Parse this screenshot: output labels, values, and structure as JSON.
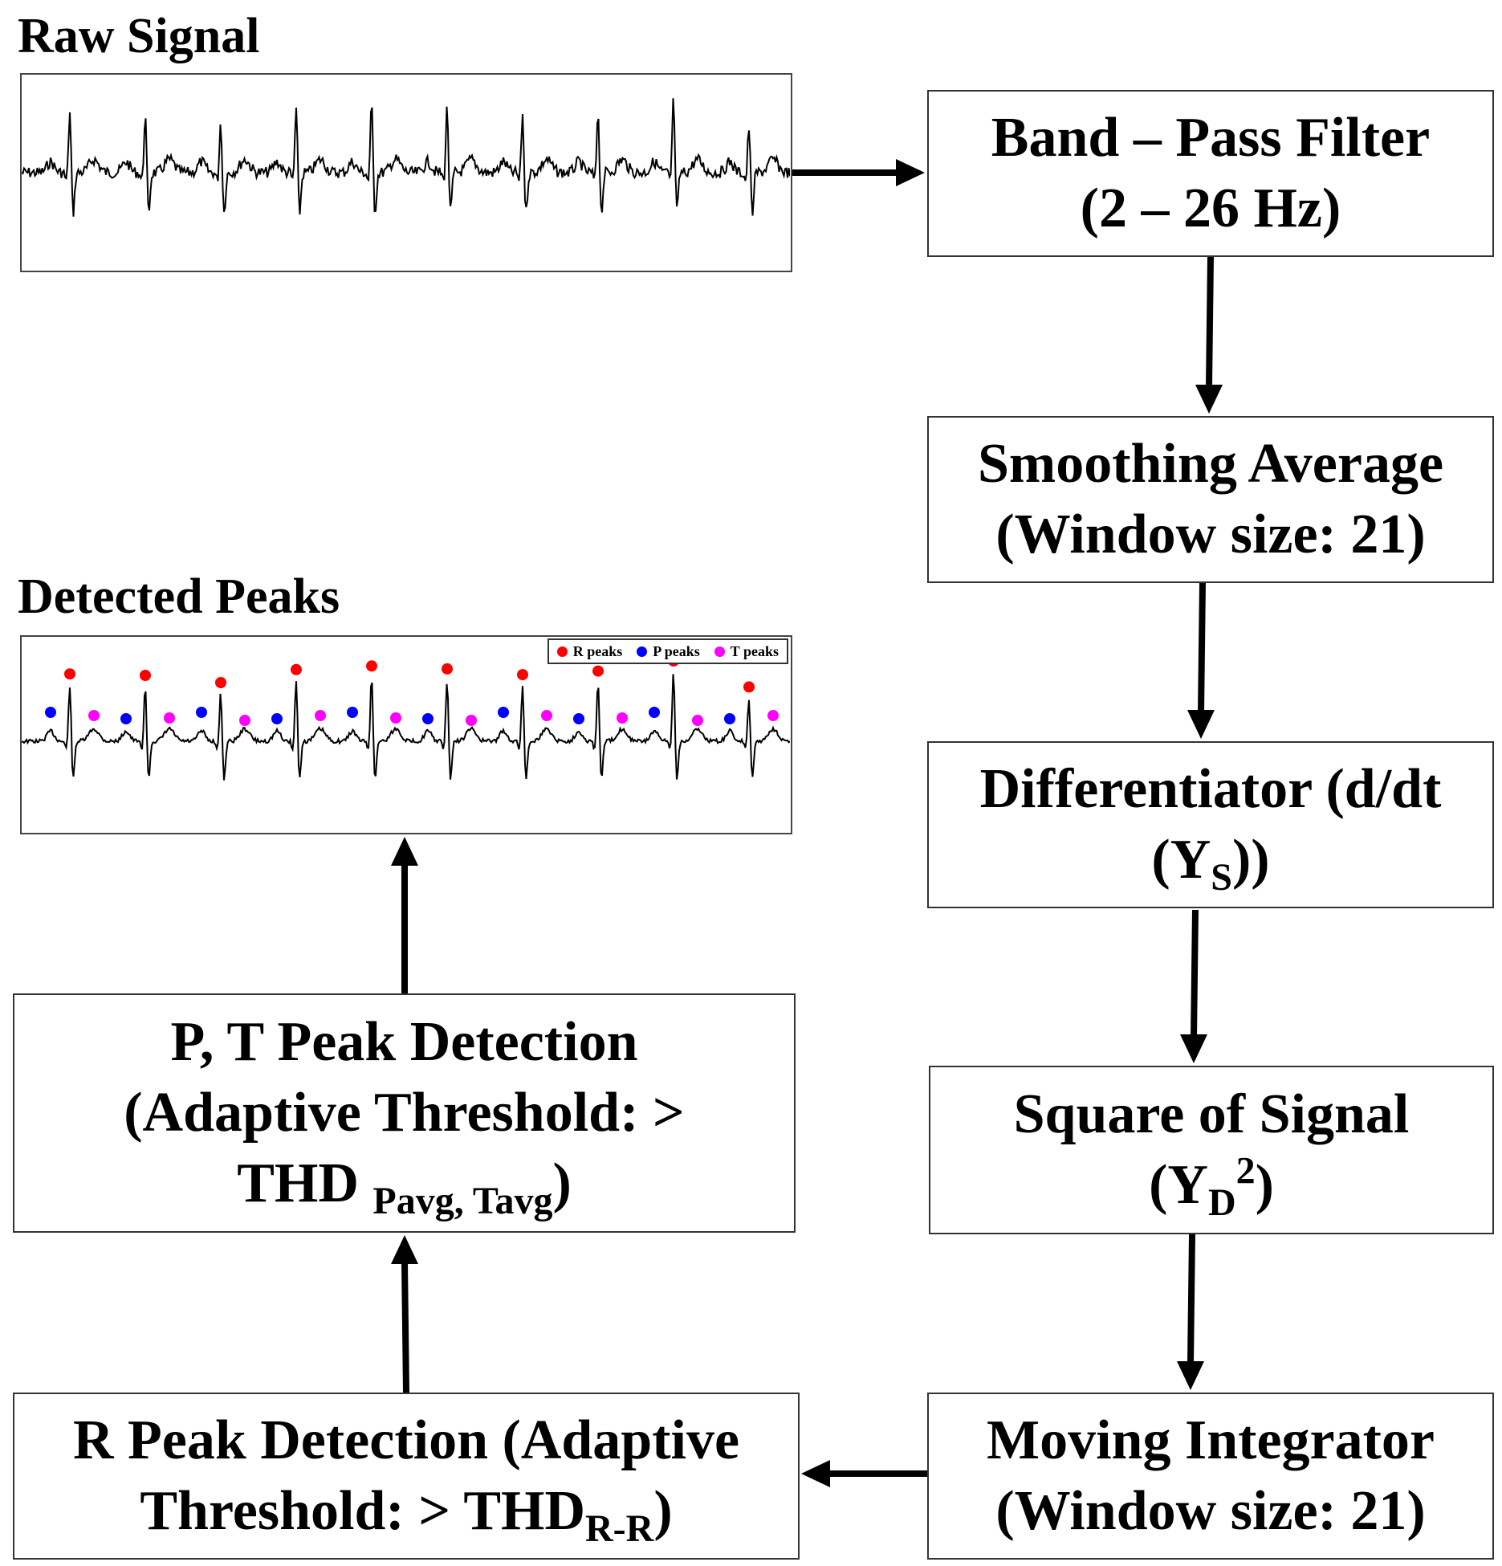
{
  "titles": {
    "raw": "Raw Signal",
    "detected": "Detected Peaks"
  },
  "boxes": {
    "bandpass": {
      "line1": "Band – Pass Filter",
      "line2": "(2 – 26 Hz)"
    },
    "smoothing": {
      "line1": "Smoothing Average",
      "line2": "(Window size: 21)"
    },
    "differentiator": {
      "line1": "Differentiator (d/dt",
      "line2_open": "(Y",
      "line2_sub": "S",
      "line2_close": "))"
    },
    "square": {
      "line1": "Square of Signal",
      "line2_open": "(Y",
      "line2_sub": "D",
      "line2_sup": "2",
      "line2_close": ")"
    },
    "integrator": {
      "line1": "Moving Integrator",
      "line2": "(Window size: 21)"
    },
    "rpeak": {
      "line1": "R Peak Detection (Adaptive",
      "line2_main": "Threshold: > THD",
      "line2_sub": "R-R",
      "line2_close": ")"
    },
    "ptpeak": {
      "line1": "P, T Peak Detection",
      "line2": "(Adaptive Threshold: >",
      "line3_main": "THD ",
      "line3_sub": "Pavg, Tavg",
      "line3_close": ")"
    }
  },
  "legend": {
    "r_label": "R peaks",
    "p_label": "P peaks",
    "t_label": "T peaks",
    "r_color": "#ff0000",
    "p_color": "#0000ff",
    "t_color": "#ff00ff"
  },
  "signal": {
    "beats": 10,
    "r_peak_amplitudes": [
      0.82,
      0.8,
      0.7,
      0.88,
      0.93,
      0.89,
      0.81,
      0.86,
      1.0,
      0.64
    ],
    "noise": "high",
    "line_color": "#000000"
  }
}
